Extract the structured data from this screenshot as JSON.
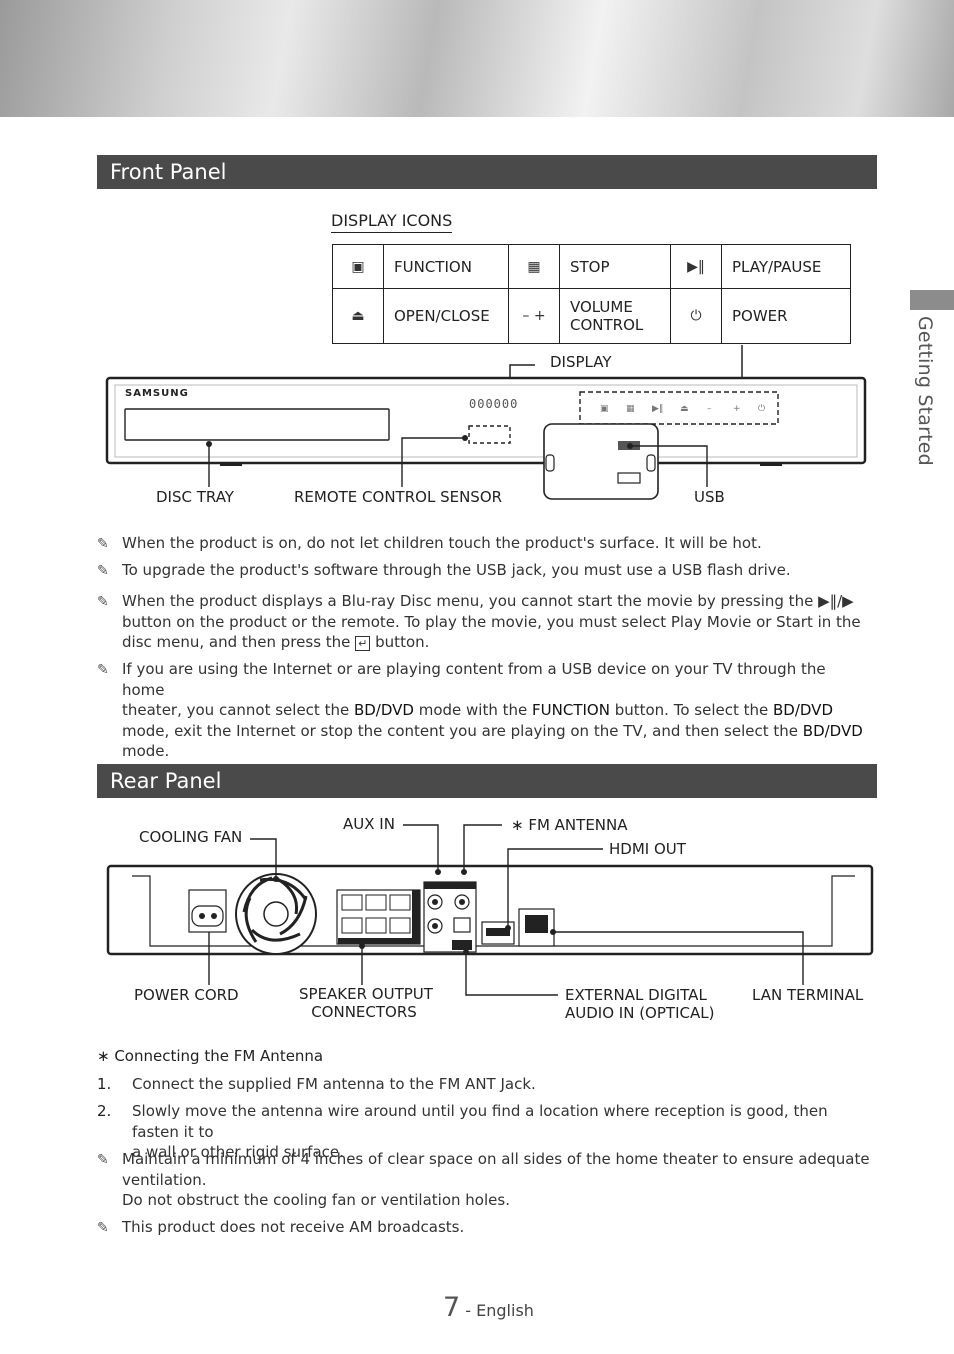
{
  "side_tab": "Getting Started",
  "front_panel": {
    "title": "Front Panel",
    "display_icons_title": "DISPLAY ICONS",
    "icons": [
      {
        "symbol": "▣",
        "label": "FUNCTION"
      },
      {
        "symbol": "▦",
        "label": "STOP"
      },
      {
        "symbol": "▶‖",
        "label": "PLAY/PAUSE"
      },
      {
        "symbol": "⏏",
        "label": "OPEN/CLOSE"
      },
      {
        "symbol": "– +",
        "label_line1": "VOLUME",
        "label_line2": "CONTROL"
      },
      {
        "symbol": "⏻",
        "label": "POWER"
      }
    ],
    "device_brand": "SAMSUNG",
    "display_digits": "000000",
    "callouts": {
      "display": "DISPLAY",
      "disc_tray": "DISC TRAY",
      "remote_sensor": "REMOTE CONTROL SENSOR",
      "usb": "USB"
    }
  },
  "notes_front": [
    {
      "text": "When the product is on, do not let children touch the product's surface. It will be hot."
    },
    {
      "text": "To upgrade the product's software through the USB jack, you must use a USB flash drive."
    },
    {
      "line1": "When the product displays a Blu-ray Disc menu, you cannot start the movie by pressing the ",
      "line1_icons": "▶‖/▶",
      "line2": "button on the product or the remote. To play the movie, you must select Play Movie or Start in the",
      "line3_a": "disc menu, and then press the ",
      "line3_icon": "↵",
      "line3_b": " button."
    },
    {
      "p1": "If you are using the Internet or are playing content from a USB device on your TV through the home",
      "p2": "theater, you cannot select the ",
      "bd1": "BD/DVD",
      "p3": " mode with the ",
      "fn": "FUNCTION",
      "p4": " button. To select the ",
      "bd2": "BD/DVD",
      "p5": "mode, exit the Internet or stop the content you are playing on the TV, and then select the ",
      "bd3": "BD/DVD",
      "p6": "mode."
    }
  ],
  "rear_panel": {
    "title": "Rear Panel",
    "callouts": {
      "cooling_fan": "COOLING FAN",
      "aux_in": "AUX IN",
      "fm_antenna": "∗ FM ANTENNA",
      "hdmi_out": "HDMI OUT",
      "power_cord": "POWER CORD",
      "speaker_output_1": "SPEAKER OUTPUT",
      "speaker_output_2": "CONNECTORS",
      "external_digital_1": "EXTERNAL DIGITAL",
      "external_digital_2": "AUDIO IN (OPTICAL)",
      "lan_terminal": "LAN TERMINAL"
    }
  },
  "fm_section": {
    "heading": "∗ Connecting the FM Antenna",
    "steps": [
      {
        "num": "1.",
        "text": "Connect the supplied FM antenna to the FM ANT Jack."
      },
      {
        "num": "2.",
        "line1": "Slowly move the antenna wire around until you find a location where reception is good, then fasten it to",
        "line2": "a wall or other rigid surface."
      }
    ]
  },
  "notes_rear": [
    {
      "line1": "Maintain a minimum of 4 inches of clear space on all sides of the home theater to ensure adequate",
      "line2": "ventilation.",
      "line3": "Do not obstruct the cooling fan or ventilation holes."
    },
    {
      "text": "This product does not receive AM broadcasts."
    }
  ],
  "footer": {
    "page_number": "7",
    "language": "- English"
  }
}
